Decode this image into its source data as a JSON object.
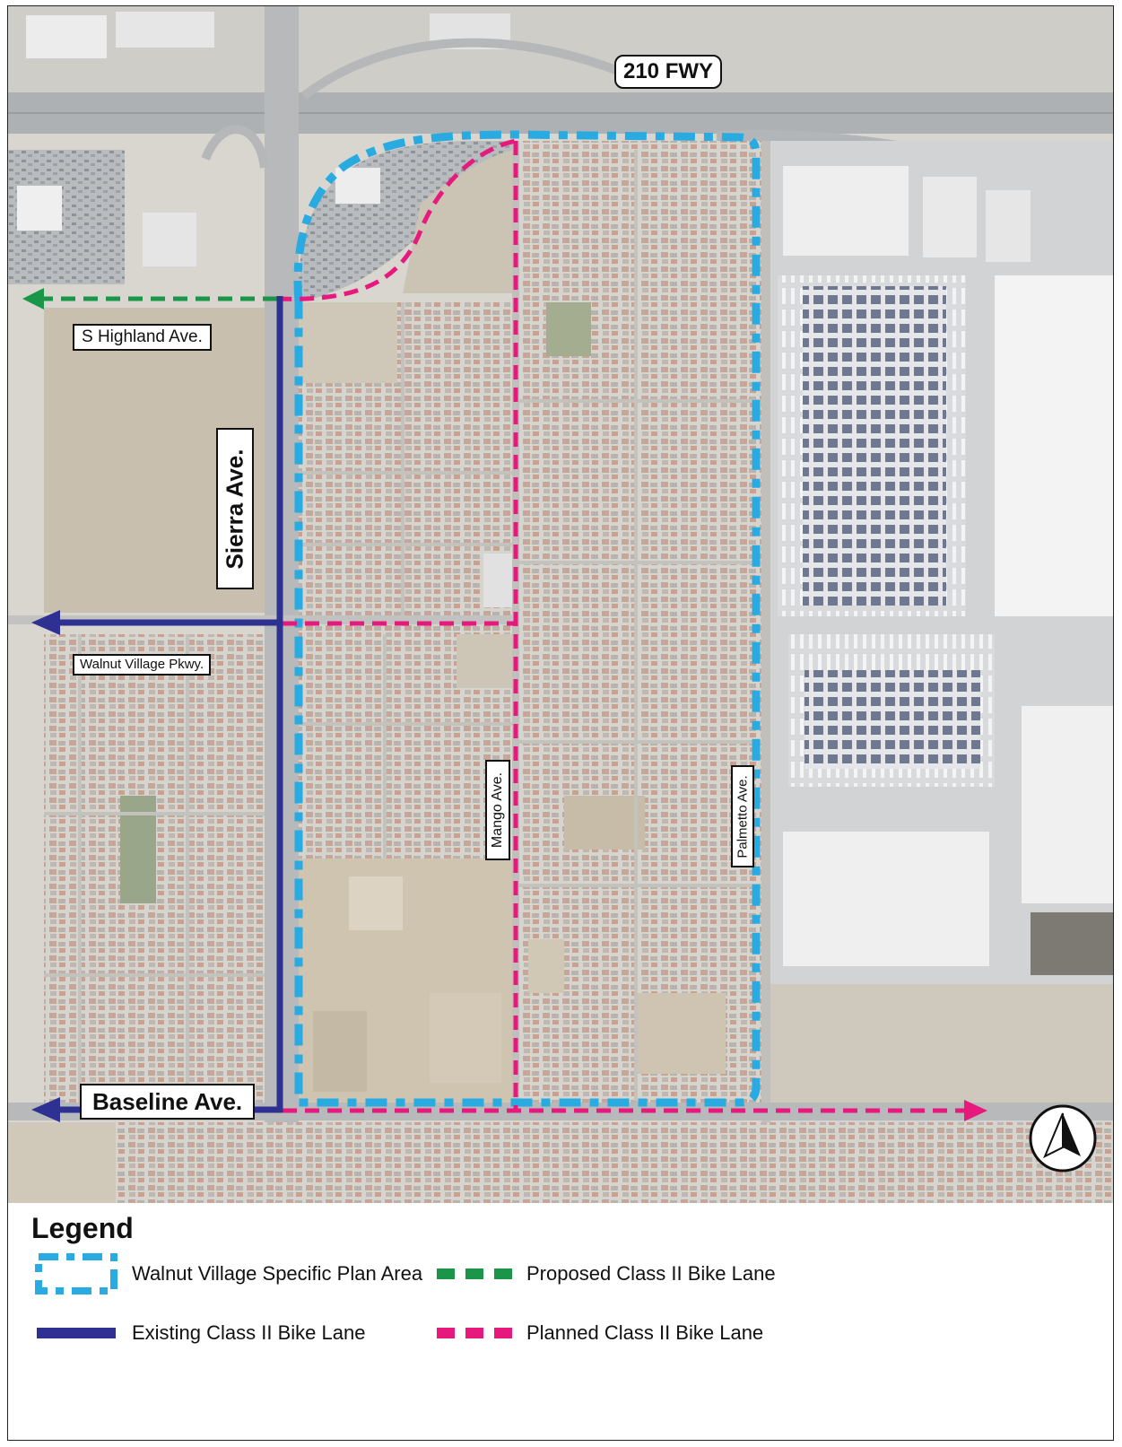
{
  "map": {
    "labels": {
      "freeway": "210 FWY",
      "highland": "S Highland Ave.",
      "sierra": "Sierra Ave.",
      "walnut": "Walnut Village Pkwy.",
      "mango": "Mango Ave.",
      "palmetto": "Palmetto Ave.",
      "baseline": "Baseline Ave."
    },
    "north_arrow_icon": "north-arrow-icon"
  },
  "legend": {
    "title": "Legend",
    "items": [
      {
        "label": "Walnut Village Specific Plan Area",
        "color": "#29abe2",
        "style": "dash-dot outline"
      },
      {
        "label": "Proposed Class II Bike Lane",
        "color": "#1a9648",
        "style": "dashed"
      },
      {
        "label": "Existing Class II Bike Lane",
        "color": "#2e3192",
        "style": "solid"
      },
      {
        "label": "Planned Class II Bike Lane",
        "color": "#e6197d",
        "style": "dashed"
      }
    ]
  }
}
